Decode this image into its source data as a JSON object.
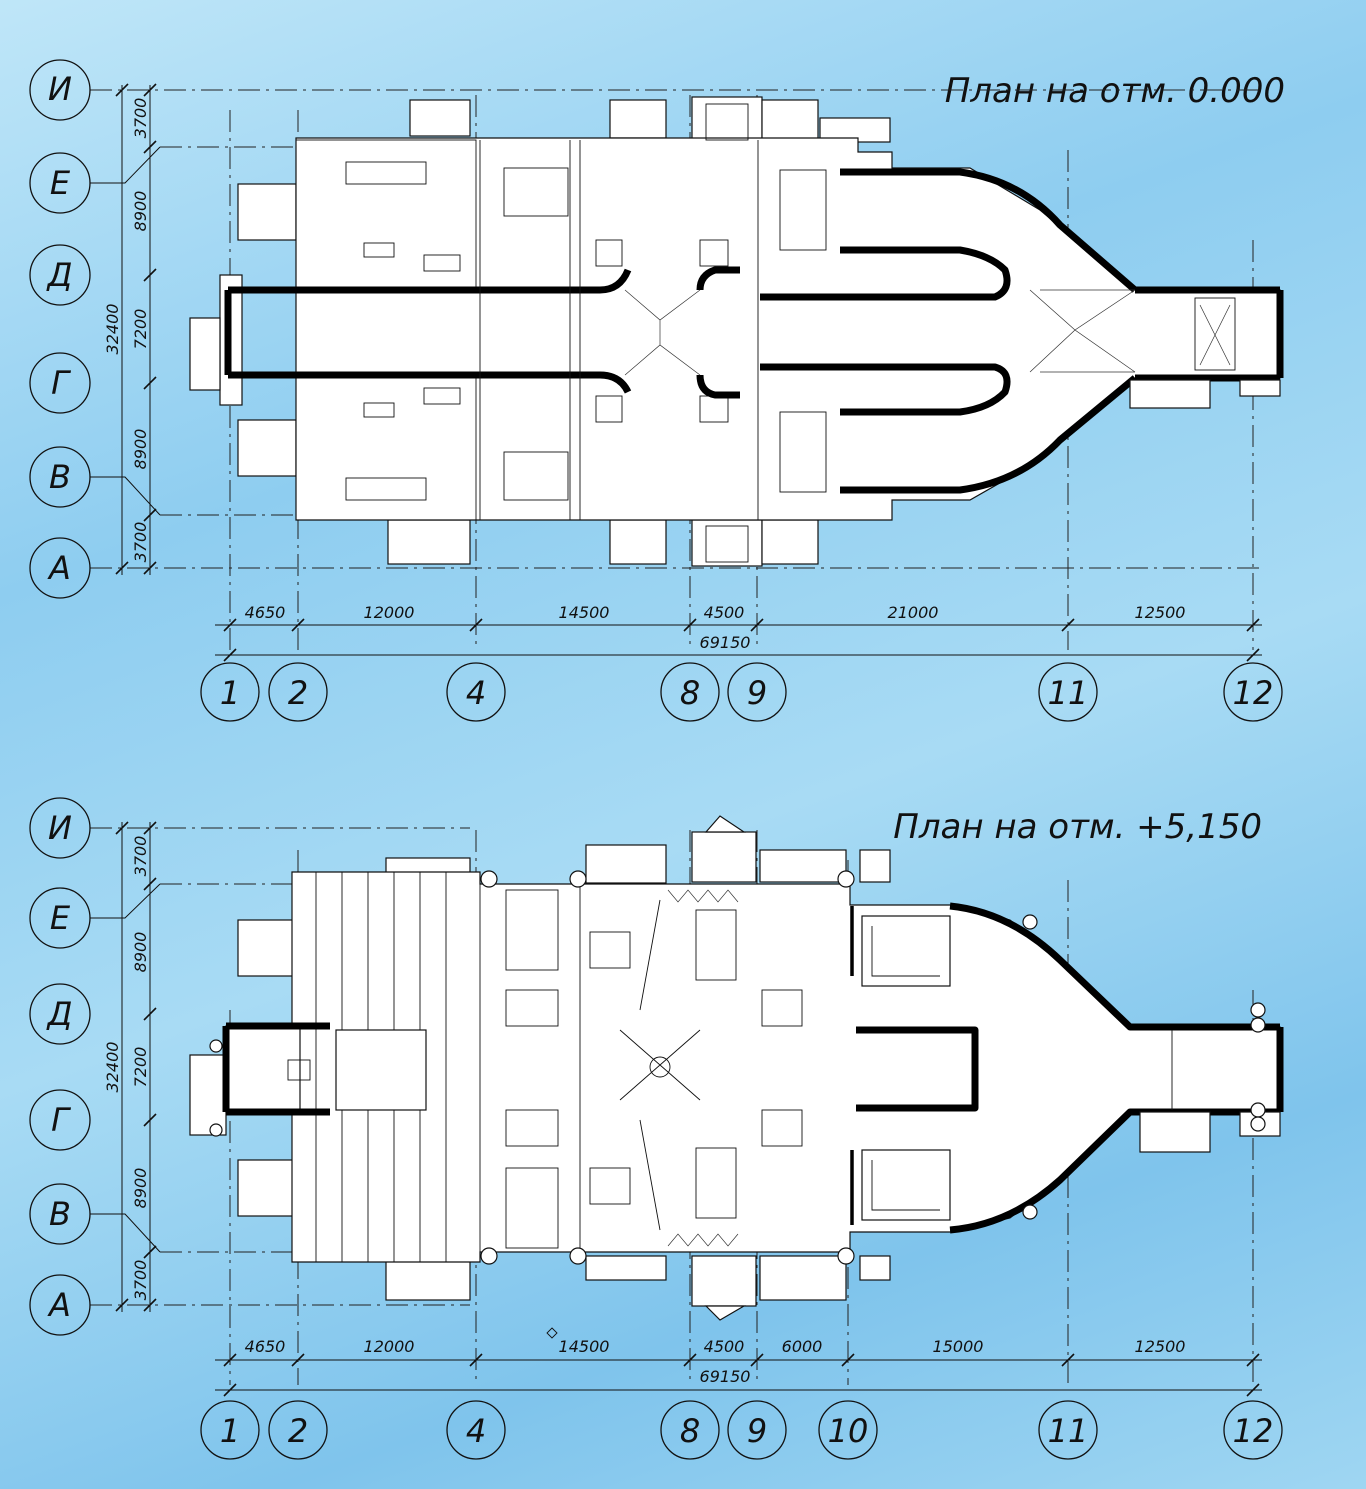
{
  "plans": [
    {
      "title": "План на отм. 0.000",
      "rows": [
        "И",
        "Е",
        "Д",
        "Г",
        "В",
        "А"
      ],
      "row_dims": [
        "3700",
        "8900",
        "7200",
        "8900",
        "3700"
      ],
      "row_total": "32400",
      "cols": [
        "1",
        "2",
        "4",
        "8",
        "9",
        "11",
        "12"
      ],
      "col_dims": [
        "4650",
        "12000",
        "14500",
        "4500",
        "21000",
        "12500"
      ],
      "col_total": "69150"
    },
    {
      "title": "План на отм. +5,150",
      "rows": [
        "И",
        "Е",
        "Д",
        "Г",
        "В",
        "А"
      ],
      "row_dims": [
        "3700",
        "8900",
        "7200",
        "8900",
        "3700"
      ],
      "row_total": "32400",
      "cols": [
        "1",
        "2",
        "4",
        "8",
        "9",
        "10",
        "11",
        "12"
      ],
      "col_dims": [
        "4650",
        "12000",
        "14500",
        "4500",
        "6000",
        "15000",
        "12500"
      ],
      "col_total": "69150"
    }
  ]
}
